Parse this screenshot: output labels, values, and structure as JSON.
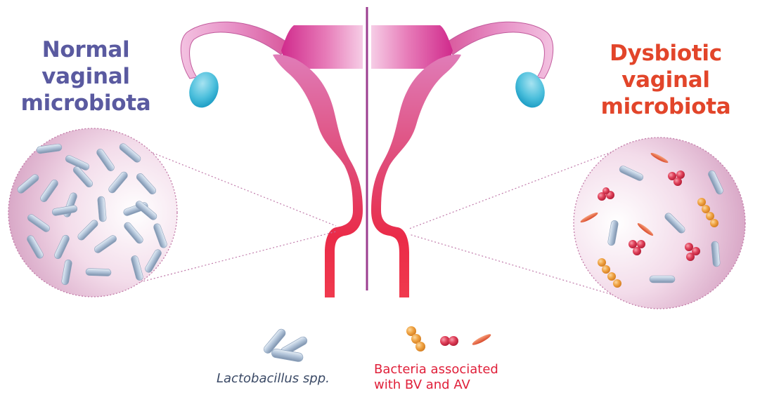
{
  "titles": {
    "left": "Normal vaginal microbiota",
    "right": "Dysbiotic vaginal microbiota"
  },
  "legend": {
    "lactobacillus": "Lactobacillus spp.",
    "bacteria": "Bacteria associated with BV and AV"
  },
  "colors": {
    "left_title": "#5a5aa0",
    "right_title": "#e2452a",
    "lactobacillus_label": "#3b4a66",
    "bacteria_label": "#e0203a",
    "divider": "#9b3d8f",
    "uterus_light": "#f0b0d6",
    "uterus_mid": "#e070b0",
    "uterus_dark": "#e8284c",
    "ovary": "#36b4d6",
    "rod": "#b5c7dc",
    "coccus_red": "#d8304a",
    "coccus_orange": "#e89a3a",
    "spindle": "#e85a3a"
  }
}
